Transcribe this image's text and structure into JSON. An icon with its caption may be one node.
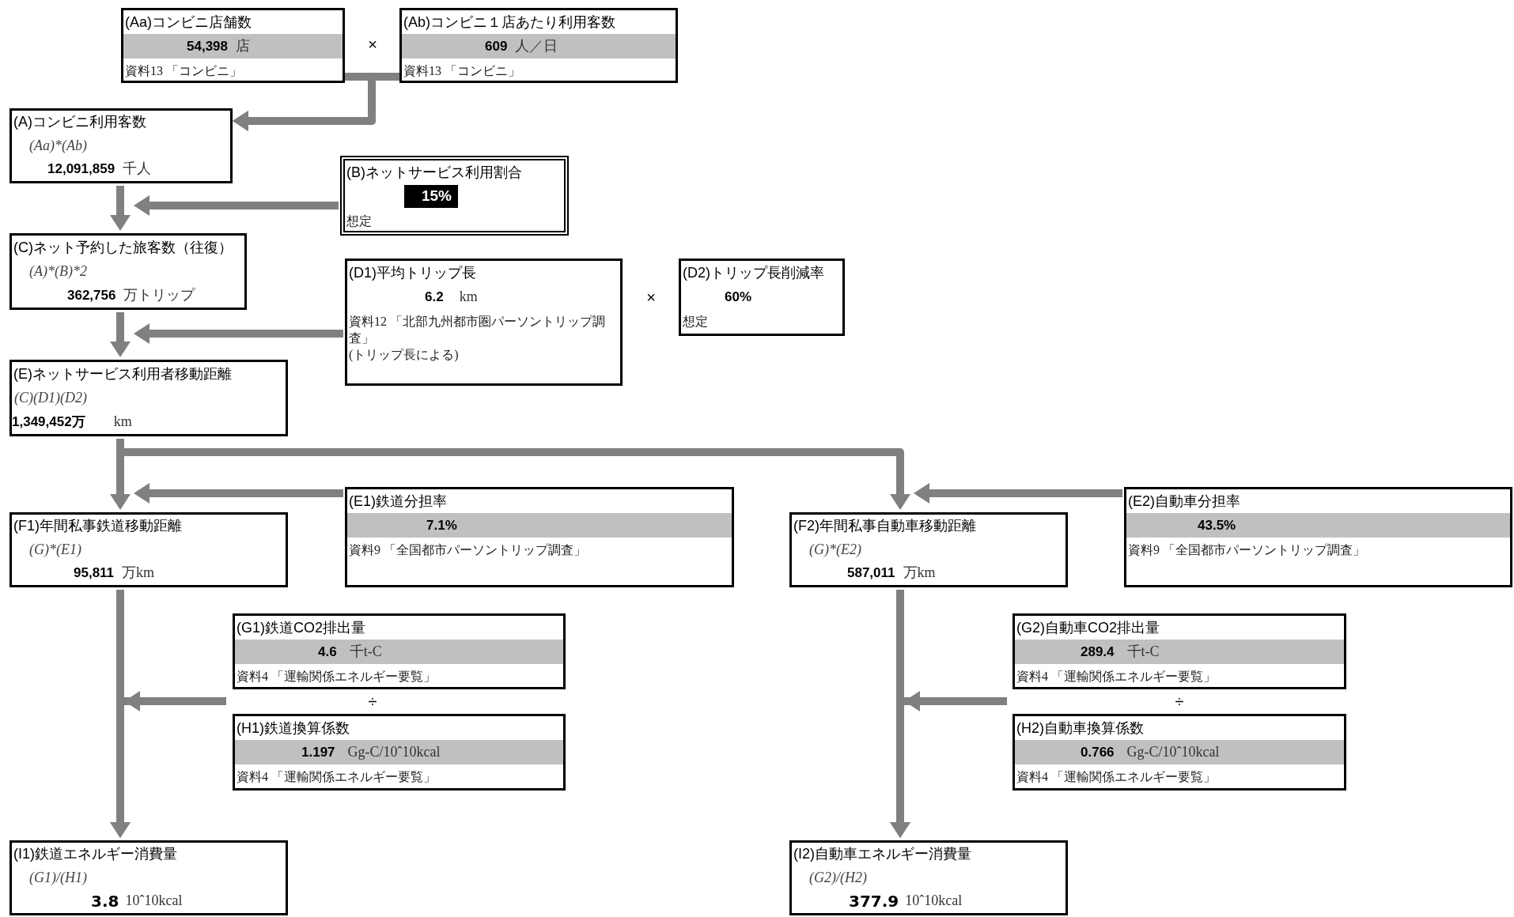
{
  "diagram": {
    "nodes": [
      {
        "text": [
          "(Aa)コンビニ店舗数",
          "54,398 店",
          "資料13 「コンビニ」"
        ]
      },
      {
        "text": [
          "(Ab)コンビニ１店あたり利用客数",
          "609 人／日",
          "資料13 「コンビニ」"
        ]
      },
      {
        "text": [
          "(A)コンビニ利用客数",
          "(Aa)*(Ab)",
          "12,091,859 千人"
        ]
      },
      {
        "text": [
          "(B)ネットサービス利用割合",
          "15%",
          "想定"
        ]
      },
      {
        "text": [
          "(C)ネット予約した旅客数（往復）",
          "(A)*(B)*2",
          "362,756 万トリップ"
        ]
      },
      {
        "text": [
          "(D1)平均トリップ長",
          "6.2 km",
          "資料12 「北部九州都市圏パーソントリップ調査」",
          "(トリップ長による)"
        ]
      },
      {
        "text": [
          "(D2)トリップ長削減率",
          "60%",
          "想定"
        ]
      },
      {
        "text": [
          "(E)ネットサービス利用者移動距離",
          "(C)*(D1)*(D2)",
          "1,349,452万 km"
        ]
      },
      {
        "text": [
          "(E1)鉄道分担率",
          "7.1%",
          "資料9 「全国都市パーソントリップ調査」"
        ]
      },
      {
        "text": [
          "(F1)年間私事鉄道移動距離",
          "(G)*(E1)",
          "95,811 万km"
        ]
      },
      {
        "text": [
          "(F2)年間私事自動車移動距離",
          "(G)*(E2)",
          "587,011 万km"
        ]
      },
      {
        "text": [
          "(E2)自動車分担率",
          "43.5%",
          "資料9 「全国都市パーソントリップ調査」"
        ]
      },
      {
        "text": [
          "(G1)鉄道CO2排出量",
          "4.6 千t-C",
          "資料4 「運輸関係エネルギー要覧」"
        ]
      },
      {
        "text": [
          "(H1)鉄道換算係数",
          "1.197 Gg-C/10ˆ10kcal",
          "資料4 「運輸関係エネルギー要覧」"
        ]
      },
      {
        "text": [
          "(I1)鉄道エネルギー消費量",
          "(G1)/(H1)",
          "3.8 10ˆ10kcal"
        ]
      },
      {
        "text": [
          "(G2)自動車CO2排出量",
          "289.4 千t-C",
          "資料4 「運輸関係エネルギー要覧」"
        ]
      },
      {
        "text": [
          "(H2)自動車換算係数",
          "0.766 Gg-C/10ˆ10kcal",
          "資料4 「運輸関係エネルギー要覧」"
        ]
      },
      {
        "text": [
          "(I2)自動車エネルギー消費量",
          "(G2)/(H2)",
          "377.9 10ˆ10kcal"
        ]
      }
    ],
    "edges": [
      {
        "from": 0,
        "to": 2,
        "arrow": "to"
      },
      {
        "from": 1,
        "to": 2,
        "arrow": "to"
      },
      {
        "from": 2,
        "to": 4,
        "arrow": "to"
      },
      {
        "from": 3,
        "to": 4,
        "arrow": "to"
      },
      {
        "from": 4,
        "to": 7,
        "arrow": "to"
      },
      {
        "from": 5,
        "to": 7,
        "arrow": "to"
      },
      {
        "from": 7,
        "to": 9,
        "arrow": "to"
      },
      {
        "from": 7,
        "to": 10,
        "arrow": "to"
      },
      {
        "from": 8,
        "to": 9,
        "arrow": "to"
      },
      {
        "from": 11,
        "to": 10,
        "arrow": "to"
      },
      {
        "from": 9,
        "to": 14,
        "arrow": "to"
      },
      {
        "from": 12,
        "to": 14,
        "arrow": "to"
      },
      {
        "from": 13,
        "to": 14,
        "arrow": "to"
      },
      {
        "from": 10,
        "to": 17,
        "arrow": "to"
      },
      {
        "from": 15,
        "to": 17,
        "arrow": "to"
      },
      {
        "from": 16,
        "to": 17,
        "arrow": "to"
      }
    ],
    "labels": [
      "×",
      "×",
      "÷",
      "÷"
    ]
  }
}
